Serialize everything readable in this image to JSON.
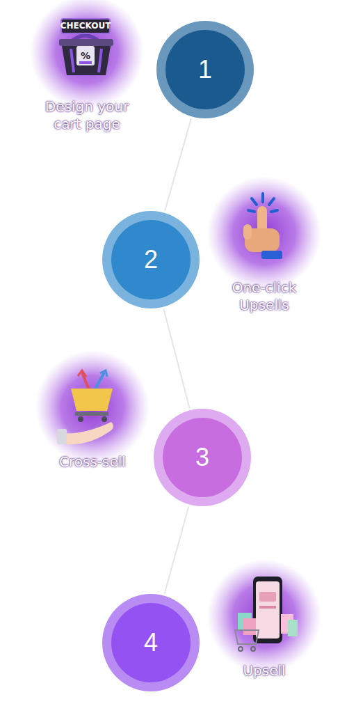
{
  "diagram": {
    "nodes": [
      {
        "text": [
          "Design your cart page"
        ]
      },
      {
        "text": [
          "1"
        ]
      },
      {
        "text": [
          "2"
        ]
      },
      {
        "text": [
          "One-click Upsells"
        ]
      },
      {
        "text": [
          "Cross-sell"
        ]
      },
      {
        "text": [
          "3"
        ]
      },
      {
        "text": [
          "Upsell"
        ]
      },
      {
        "text": [
          "4"
        ]
      }
    ],
    "edges": [
      {
        "from": 1,
        "to": 2,
        "arrow": "none"
      },
      {
        "from": 2,
        "to": 5,
        "arrow": "none"
      },
      {
        "from": 5,
        "to": 7,
        "arrow": "none"
      }
    ],
    "labels": [
      "CHECKOUT",
      "%"
    ]
  }
}
